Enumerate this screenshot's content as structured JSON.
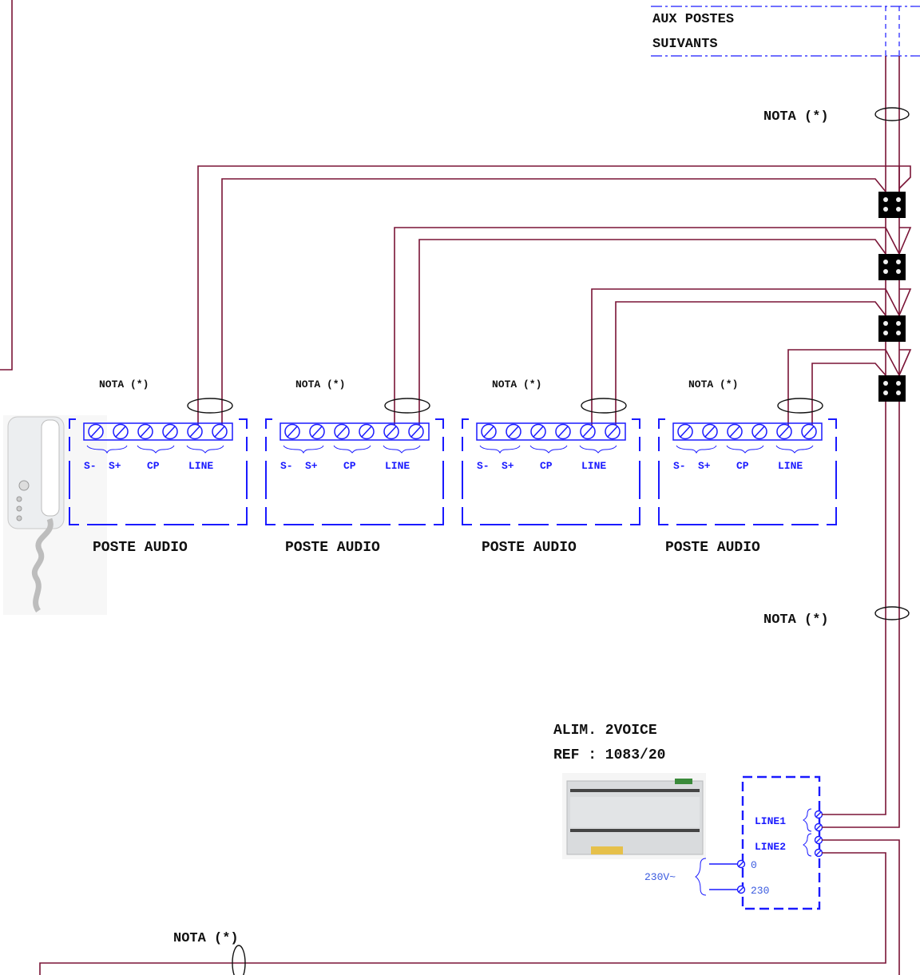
{
  "header": {
    "aux_line1": "AUX POSTES",
    "aux_line2": "SUIVANTS"
  },
  "notes": {
    "nota_label": "NOTA (*)"
  },
  "stations": [
    {
      "title": "POSTE AUDIO",
      "terminals": [
        "S-",
        "S+",
        "CP",
        "LINE"
      ],
      "nota": "NOTA (*)"
    },
    {
      "title": "POSTE AUDIO",
      "terminals": [
        "S-",
        "S+",
        "CP",
        "LINE"
      ],
      "nota": "NOTA (*)"
    },
    {
      "title": "POSTE AUDIO",
      "terminals": [
        "S-",
        "S+",
        "CP",
        "LINE"
      ],
      "nota": "NOTA (*)"
    },
    {
      "title": "POSTE AUDIO",
      "terminals": [
        "S-",
        "S+",
        "CP",
        "LINE"
      ],
      "nota": "NOTA (*)"
    }
  ],
  "power_supply": {
    "name": "ALIM. 2VOICE",
    "ref": "REF : 1083/20",
    "outputs": [
      "LINE1",
      "LINE2"
    ],
    "input_voltage": "230V~",
    "input_terminals": [
      "0",
      "230"
    ]
  },
  "colors": {
    "wire": "#7a1436",
    "terminal_box": "#1a1aff",
    "dashdot": "#1a1aff"
  },
  "icons": {
    "handset": "intercom-handset-icon",
    "power_unit": "din-power-supply-icon",
    "junction": "wire-junction-block-icon"
  }
}
